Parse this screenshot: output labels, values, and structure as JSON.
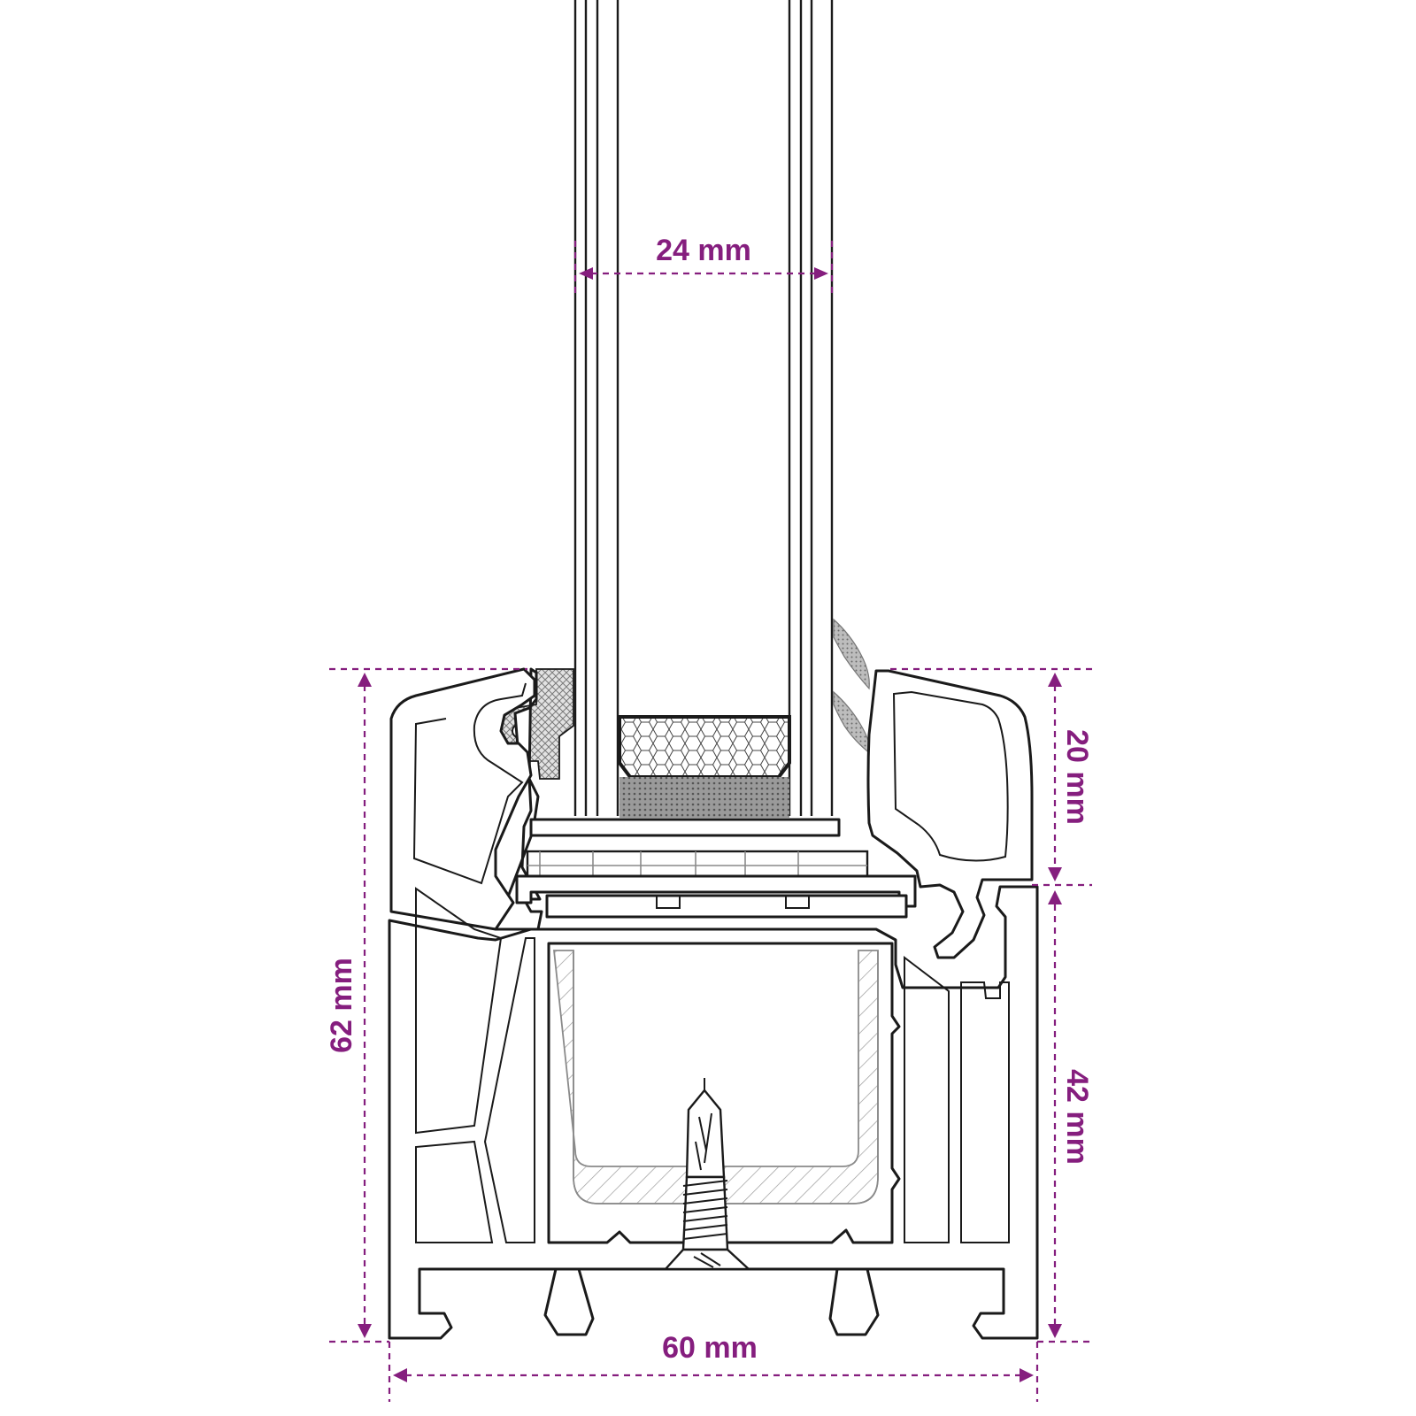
{
  "dimensions": {
    "glass_gap": "24 mm",
    "sash_height": "20 mm",
    "frame_height": "62 mm",
    "frame_lower_height": "42 mm",
    "frame_depth": "60 mm"
  },
  "colors": {
    "dimension": "#851e7e",
    "outline": "#1a1a1a",
    "background": "#ffffff"
  }
}
